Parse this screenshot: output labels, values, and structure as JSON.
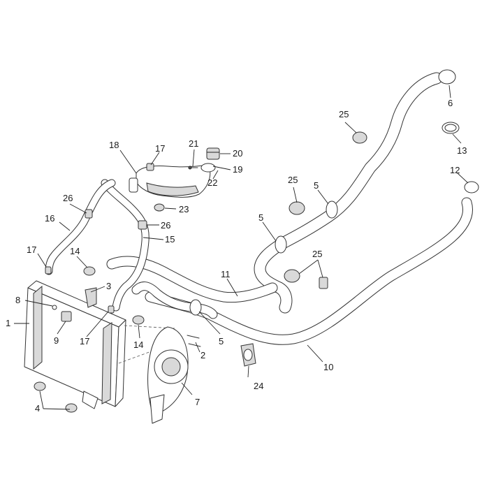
{
  "diagram": {
    "callouts": [
      {
        "id": "c1",
        "text": "1"
      },
      {
        "id": "c2",
        "text": "2"
      },
      {
        "id": "c3",
        "text": "3"
      },
      {
        "id": "c4",
        "text": "4"
      },
      {
        "id": "c5a",
        "text": "5"
      },
      {
        "id": "c5b",
        "text": "5"
      },
      {
        "id": "c5c",
        "text": "5"
      },
      {
        "id": "c6",
        "text": "6"
      },
      {
        "id": "c7",
        "text": "7"
      },
      {
        "id": "c8",
        "text": "8"
      },
      {
        "id": "c9",
        "text": "9"
      },
      {
        "id": "c10",
        "text": "10"
      },
      {
        "id": "c11",
        "text": "11"
      },
      {
        "id": "c12",
        "text": "12"
      },
      {
        "id": "c13",
        "text": "13"
      },
      {
        "id": "c14a",
        "text": "14"
      },
      {
        "id": "c14b",
        "text": "14"
      },
      {
        "id": "c15",
        "text": "15"
      },
      {
        "id": "c16",
        "text": "16"
      },
      {
        "id": "c17a",
        "text": "17"
      },
      {
        "id": "c17b",
        "text": "17"
      },
      {
        "id": "c17c",
        "text": "17"
      },
      {
        "id": "c18",
        "text": "18"
      },
      {
        "id": "c19",
        "text": "19"
      },
      {
        "id": "c20",
        "text": "20"
      },
      {
        "id": "c21",
        "text": "21"
      },
      {
        "id": "c22",
        "text": "22"
      },
      {
        "id": "c23",
        "text": "23"
      },
      {
        "id": "c24",
        "text": "24"
      },
      {
        "id": "c25a",
        "text": "25"
      },
      {
        "id": "c25b",
        "text": "25"
      },
      {
        "id": "c25c",
        "text": "25"
      },
      {
        "id": "c26a",
        "text": "26"
      },
      {
        "id": "c26b",
        "text": "26"
      }
    ]
  }
}
